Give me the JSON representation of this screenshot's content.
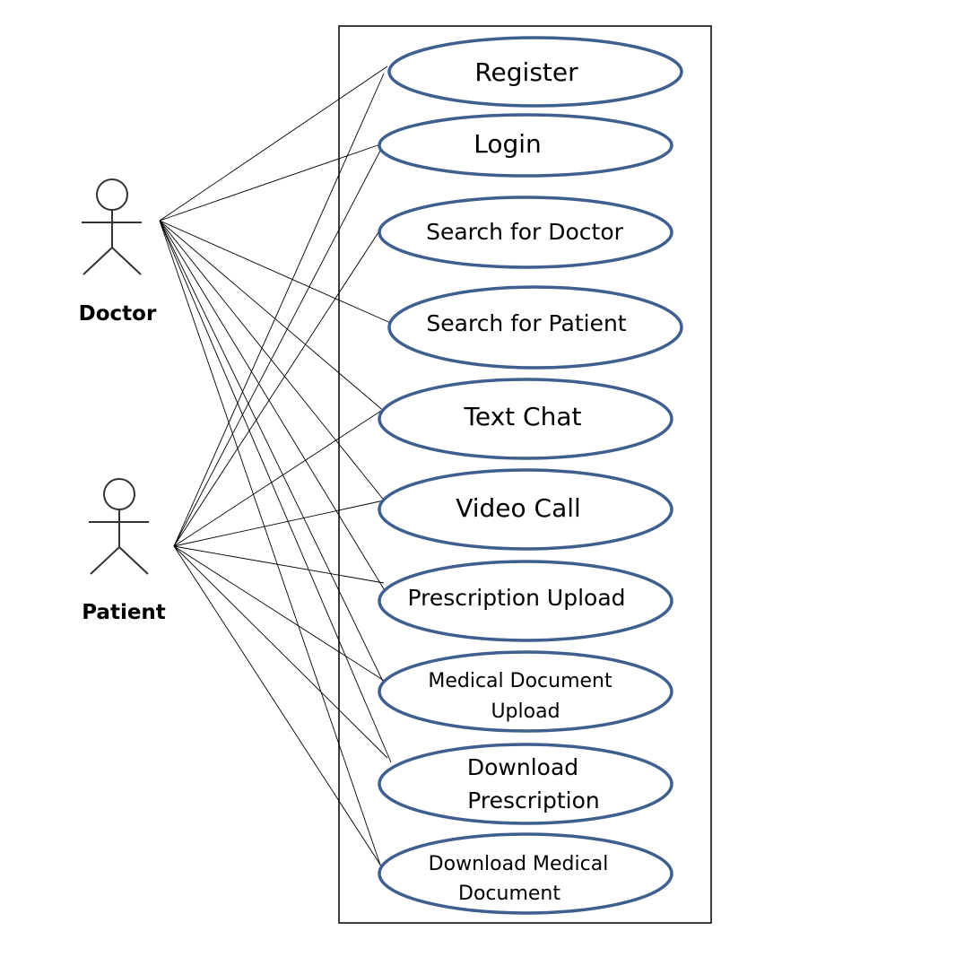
{
  "actors": {
    "doctor": {
      "label": "Doctor"
    },
    "patient": {
      "label": "Patient"
    }
  },
  "use_cases": [
    {
      "id": "register",
      "lines": [
        "Register"
      ]
    },
    {
      "id": "login",
      "lines": [
        "Login"
      ]
    },
    {
      "id": "search-doctor",
      "lines": [
        "Search for Doctor"
      ]
    },
    {
      "id": "search-patient",
      "lines": [
        "Search for Patient"
      ]
    },
    {
      "id": "text-chat",
      "lines": [
        "Text Chat"
      ]
    },
    {
      "id": "video-call",
      "lines": [
        "Video Call"
      ]
    },
    {
      "id": "prescription-upload",
      "lines": [
        "Prescription Upload"
      ]
    },
    {
      "id": "medical-document-upload",
      "lines": [
        "Medical Document",
        "Upload"
      ]
    },
    {
      "id": "download-prescription",
      "lines": [
        "Download",
        "Prescription"
      ]
    },
    {
      "id": "download-medical-document",
      "lines": [
        "Download Medical",
        "Document"
      ]
    }
  ],
  "associations": {
    "doctor": [
      "register",
      "login",
      "search-patient",
      "text-chat",
      "video-call",
      "prescription-upload",
      "medical-document-upload",
      "download-prescription",
      "download-medical-document"
    ],
    "patient": [
      "register",
      "login",
      "search-doctor",
      "text-chat",
      "video-call",
      "prescription-upload",
      "medical-document-upload",
      "download-prescription",
      "download-medical-document"
    ]
  },
  "colors": {
    "ellipse_stroke": "#3f5f8f",
    "line": "#000000",
    "boundary": "#000000"
  }
}
